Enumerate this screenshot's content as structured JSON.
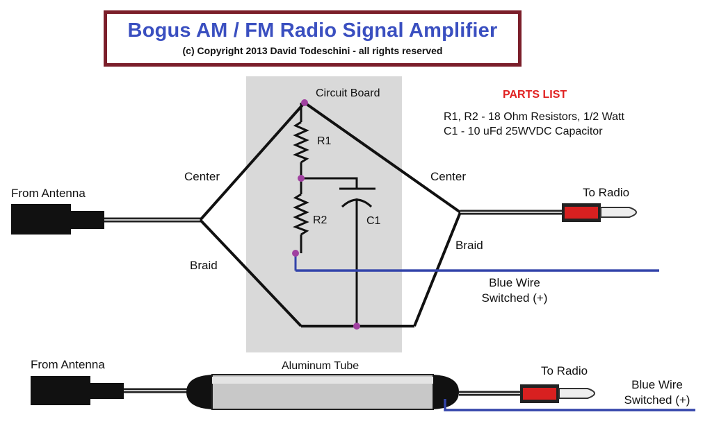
{
  "header": {
    "title": "Bogus AM / FM Radio Signal Amplifier",
    "copyright": "(c) Copyright 2013 David Todeschini - all rights reserved"
  },
  "labels": {
    "circuit_board": "Circuit Board",
    "r1": "R1",
    "r2": "R2",
    "c1": "C1",
    "center_left": "Center",
    "center_right": "Center",
    "braid_left": "Braid",
    "braid_right": "Braid",
    "from_antenna_top": "From Antenna",
    "to_radio_top": "To Radio",
    "blue_wire_line1": "Blue Wire",
    "blue_wire_line2": "Switched (+)",
    "from_antenna_bottom": "From Antenna",
    "aluminum_tube": "Aluminum Tube",
    "to_radio_bottom": "To Radio",
    "blue_wire_bottom_line1": "Blue Wire",
    "blue_wire_bottom_line2": "Switched (+)"
  },
  "parts_list": {
    "title": "PARTS LIST",
    "items": [
      "R1, R2 - 18 Ohm Resistors, 1/2 Watt",
      "C1 - 10 uFd 25WVDC Capacitor"
    ]
  },
  "colors": {
    "title_border": "#7b1e2a",
    "title_text": "#3a4fc0",
    "parts_title": "#e02020",
    "blue_wire": "#3344aa",
    "node": "#a040a0",
    "board": "#d9d9d9",
    "connector_red": "#d82020"
  }
}
